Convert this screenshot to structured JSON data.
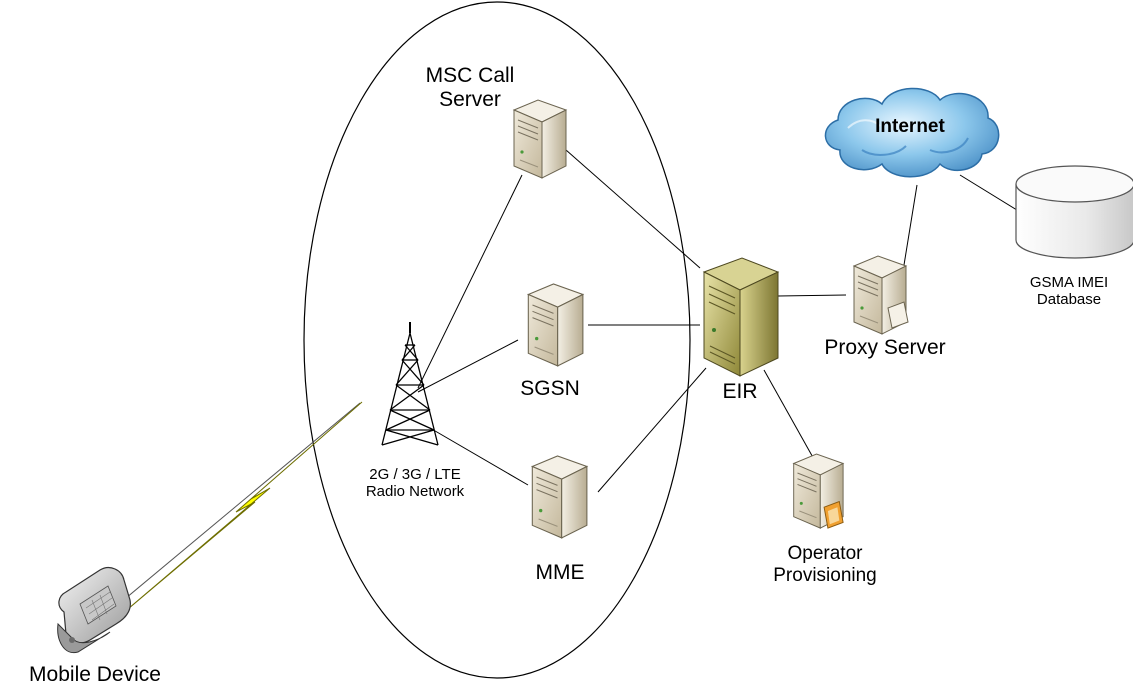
{
  "nodes": {
    "msc_call_server": "MSC Call\nServer",
    "sgsn": "SGSN",
    "mme": "MME",
    "radio_network": "2G / 3G / LTE\nRadio Network",
    "eir": "EIR",
    "proxy_server": "Proxy Server",
    "internet": "Internet",
    "gsma_imei_database": "GSMA IMEI\nDatabase",
    "operator_provisioning": "Operator\nProvisioning",
    "mobile_device": "Mobile Device"
  },
  "icons": {
    "server": "server-tower-icon",
    "eir": "eir-server-icon",
    "proxy": "proxy-server-icon",
    "cloud": "cloud-icon",
    "database": "database-cylinder-icon",
    "tower": "radio-tower-icon",
    "phone": "mobile-phone-icon",
    "lightning": "lightning-bolt-icon"
  },
  "edges": [
    [
      "radio_network",
      "msc_call_server"
    ],
    [
      "radio_network",
      "sgsn"
    ],
    [
      "radio_network",
      "mme"
    ],
    [
      "msc_call_server",
      "eir"
    ],
    [
      "sgsn",
      "eir"
    ],
    [
      "mme",
      "eir"
    ],
    [
      "eir",
      "proxy_server"
    ],
    [
      "eir",
      "operator_provisioning"
    ],
    [
      "proxy_server",
      "internet"
    ],
    [
      "internet",
      "gsma_imei_database"
    ],
    [
      "mobile_device",
      "radio_network"
    ]
  ],
  "colors": {
    "server_body": "#e3dccb",
    "server_front": "#cfc5ac",
    "eir_body": "#aca552",
    "cloud_fill": "#9fd3f0",
    "cloud_dark": "#4d9bd0",
    "lightning": "#ffff00",
    "provisioning_accent": "#f0a030",
    "line": "#000000"
  }
}
